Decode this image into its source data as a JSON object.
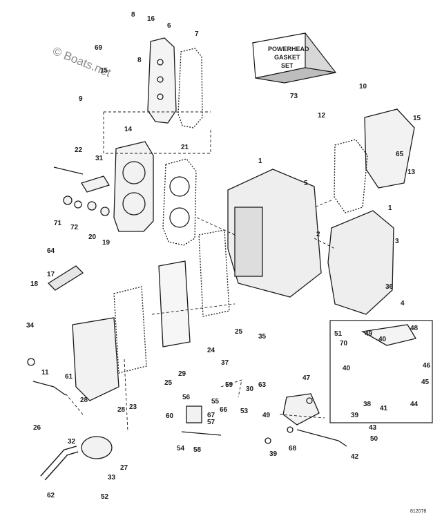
{
  "watermark": {
    "main": "© Boats.net",
    "secondary": "© Boats.net"
  },
  "gasket_box": {
    "label_line1": "POWERHEAD",
    "label_line2": "GASKET",
    "label_line3": "SET",
    "part_number": "73"
  },
  "drawing_code": "812078",
  "callouts": [
    "1",
    "1",
    "2",
    "3",
    "4",
    "5",
    "6",
    "7",
    "8",
    "8",
    "9",
    "10",
    "11",
    "12",
    "13",
    "14",
    "15",
    "15",
    "16",
    "17",
    "18",
    "19",
    "20",
    "21",
    "22",
    "23",
    "24",
    "25",
    "25",
    "26",
    "27",
    "28",
    "28",
    "29",
    "30",
    "31",
    "32",
    "33",
    "34",
    "35",
    "36",
    "37",
    "38",
    "39",
    "39",
    "40",
    "40",
    "41",
    "42",
    "43",
    "44",
    "45",
    "46",
    "47",
    "48",
    "49",
    "49",
    "50",
    "51",
    "52",
    "53",
    "54",
    "55",
    "56",
    "57",
    "58",
    "59",
    "60",
    "61",
    "62",
    "63",
    "64",
    "65",
    "66",
    "67",
    "68",
    "69",
    "70",
    "71",
    "72"
  ],
  "colors": {
    "line": "#1a1a1a",
    "paper": "#ffffff",
    "watermark": "#8a8a8a",
    "box_shade": "#d8d8d8"
  }
}
